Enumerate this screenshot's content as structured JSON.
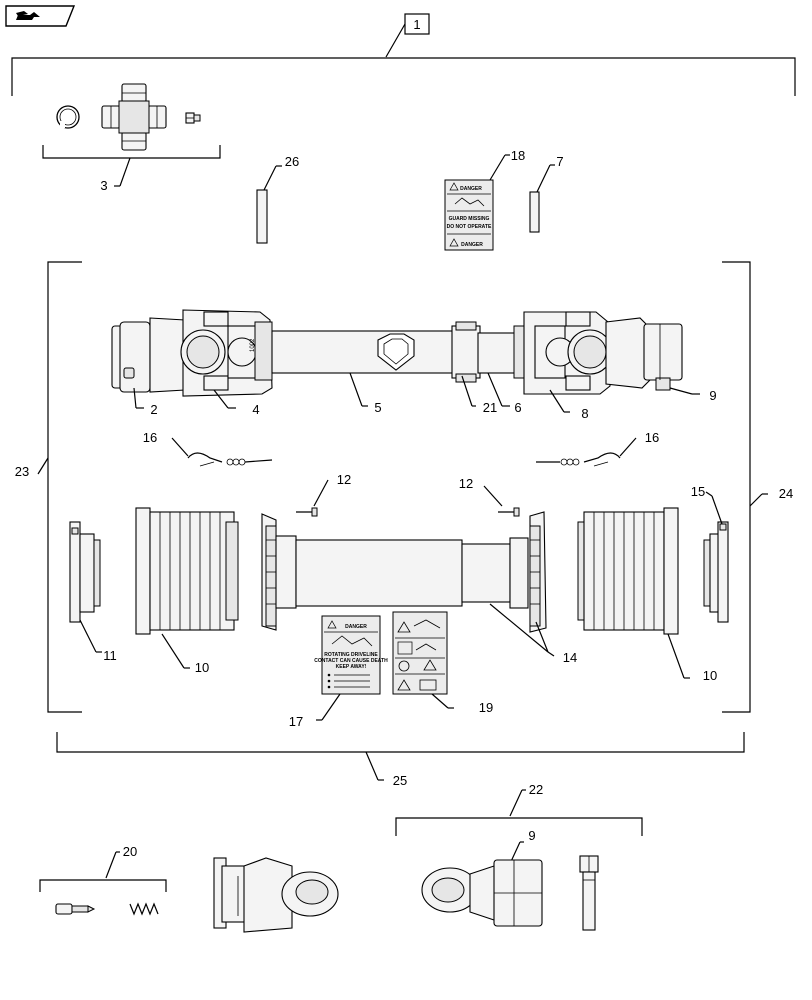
{
  "nav": {
    "icon": "book-arrow-icon"
  },
  "callouts": {
    "c1": "1",
    "c2": "2",
    "c3": "3",
    "c4": "4",
    "c5": "5",
    "c6": "6",
    "c7": "7",
    "c8": "8",
    "c9a": "9",
    "c9b": "9",
    "c10a": "10",
    "c10b": "10",
    "c11": "11",
    "c12a": "12",
    "c12b": "12",
    "c14": "14",
    "c15": "15",
    "c16a": "16",
    "c16b": "16",
    "c17": "17",
    "c18": "18",
    "c19": "19",
    "c20": "20",
    "c21": "21",
    "c22": "22",
    "c23": "23",
    "c24": "24",
    "c25": "25",
    "c26": "26"
  },
  "decals": {
    "d18": {
      "top": "DANGER",
      "mid1": "GUARD MISSING",
      "mid2": "DO NOT OPERATE",
      "bottom": "DANGER"
    },
    "d17": {
      "top": "DANGER",
      "l1": "ROTATING DRIVELINE",
      "l2": "CONTACT CAN CAUSE DEATH",
      "l3": "KEEP AWAY!"
    }
  },
  "shaft_marking": "1002"
}
